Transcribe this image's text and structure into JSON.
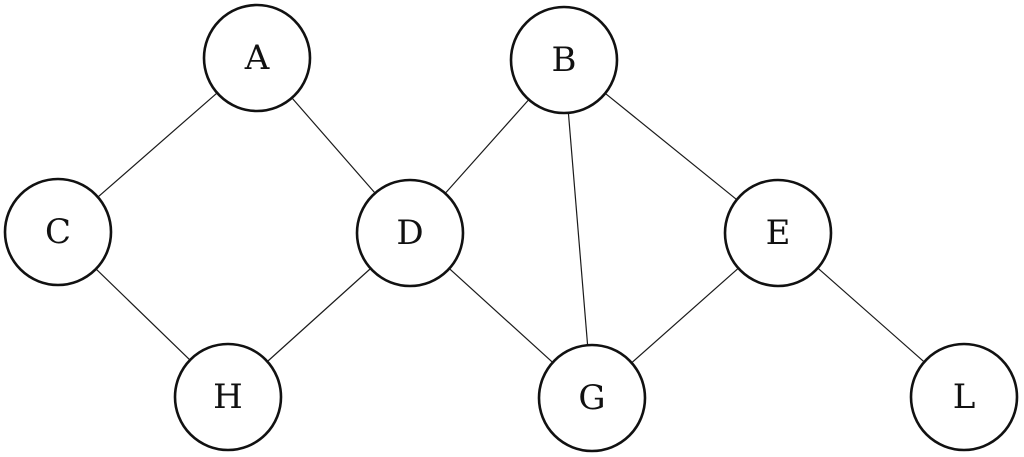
{
  "graph": {
    "nodes": [
      {
        "id": "A",
        "label": "A"
      },
      {
        "id": "B",
        "label": "B"
      },
      {
        "id": "C",
        "label": "C"
      },
      {
        "id": "D",
        "label": "D"
      },
      {
        "id": "E",
        "label": "E"
      },
      {
        "id": "H",
        "label": "H"
      },
      {
        "id": "G",
        "label": "G"
      },
      {
        "id": "L",
        "label": "L"
      }
    ],
    "edges": [
      {
        "from": "A",
        "to": "C"
      },
      {
        "from": "A",
        "to": "D"
      },
      {
        "from": "C",
        "to": "H"
      },
      {
        "from": "D",
        "to": "H"
      },
      {
        "from": "D",
        "to": "B"
      },
      {
        "from": "D",
        "to": "G"
      },
      {
        "from": "B",
        "to": "G"
      },
      {
        "from": "B",
        "to": "E"
      },
      {
        "from": "E",
        "to": "G"
      },
      {
        "from": "E",
        "to": "L"
      }
    ]
  }
}
